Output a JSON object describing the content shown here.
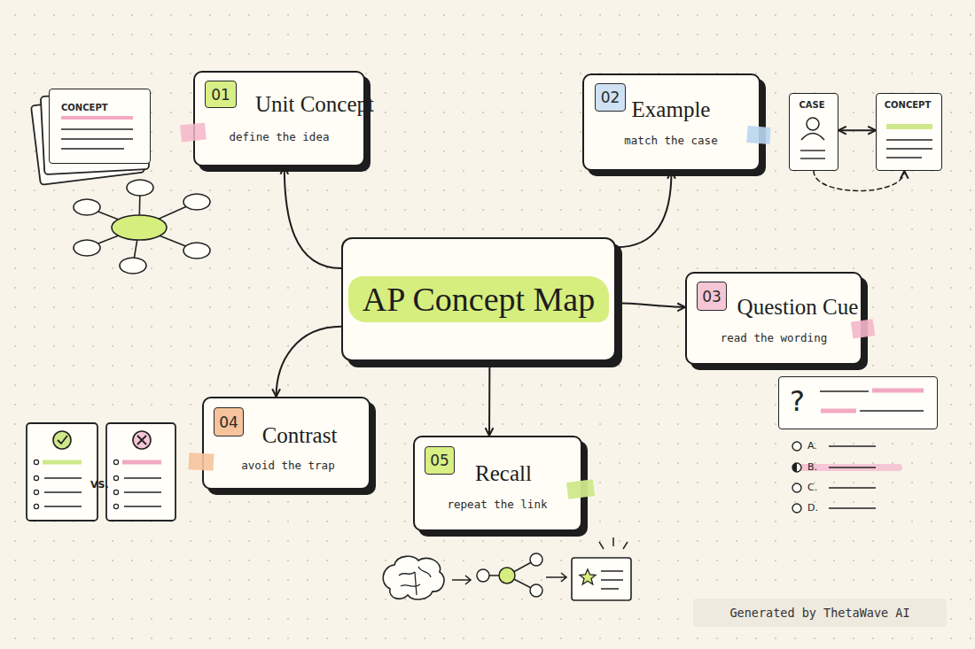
{
  "diagram": {
    "nodes": [
      {
        "text": [
          "AP Concept Map"
        ]
      },
      {
        "text": [
          "Unit Concept",
          "define the idea"
        ]
      },
      {
        "text": [
          "01"
        ],
        "in": 1
      },
      {
        "text": [
          "Example",
          "match the case"
        ]
      },
      {
        "text": [
          "02"
        ],
        "in": 3
      },
      {
        "text": [
          "Question Cue",
          "read the wording"
        ]
      },
      {
        "text": [
          "03"
        ],
        "in": 5
      },
      {
        "text": [
          "Contrast",
          "avoid the trap"
        ]
      },
      {
        "text": [
          "04"
        ],
        "in": 7
      },
      {
        "text": [
          "Recall",
          "repeat the link"
        ]
      },
      {
        "text": [
          "05"
        ],
        "in": 9
      },
      {
        "text": [
          "CONCEPT"
        ]
      },
      {
        "text": [
          "CASE"
        ]
      },
      {
        "text": [
          "CONCEPT"
        ]
      },
      {
        "text": [
          "?"
        ]
      }
    ],
    "edges": [
      {
        "from": 0,
        "to": 1,
        "arrow": "to"
      },
      {
        "from": 0,
        "to": 3,
        "arrow": "to"
      },
      {
        "from": 0,
        "to": 5,
        "arrow": "to"
      },
      {
        "from": 0,
        "to": 7,
        "arrow": "to"
      },
      {
        "from": 0,
        "to": 9,
        "arrow": "to"
      },
      {
        "from": 12,
        "to": 13,
        "arrow": "both"
      },
      {
        "from": 12,
        "to": 13,
        "arrow": "to"
      }
    ],
    "labels": [
      "VS.",
      "A.",
      "B.",
      "C.",
      "D.",
      "Generated by ThetaWave AI"
    ]
  }
}
